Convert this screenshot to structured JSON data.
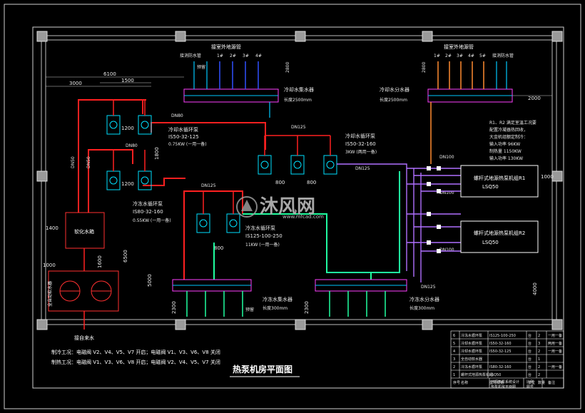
{
  "title": "热泵机房平面图",
  "header": {
    "drain_left": "接室外地源管",
    "drain_right": "接室外地源管",
    "left_taps": [
      "接消防水管",
      "1#",
      "2#",
      "3#",
      "4#"
    ],
    "right_taps": [
      "1#",
      "2#",
      "3#",
      "4#",
      "5#",
      "接消防水管"
    ]
  },
  "dims": {
    "d6100": "6100",
    "d3000": "3000",
    "d1500": "1500",
    "d1200a": "1200",
    "d1200b": "1200",
    "d1800": "1800",
    "d2800l": "2800",
    "d2800r": "2800",
    "d2000": "2000",
    "d800a": "800",
    "d800b": "800",
    "d800c": "800",
    "d1400": "1400",
    "d1600": "1600",
    "d1000a": "1000",
    "d6500": "6500",
    "d5000": "5000",
    "d2300l": "2300",
    "d2300r": "2300",
    "d4000": "4000",
    "d1000r": "1000"
  },
  "labels": {
    "collector_top_left": "冷却水集水器",
    "collector_top_left_spec": "长度2500mm",
    "collector_top_right": "冷却水分水器",
    "collector_top_right_spec": "长度2500mm",
    "pump_a": "冷却水循环泵",
    "pump_a_model": "IS50-32-125",
    "pump_a_power": "0.75KW (一用一备)",
    "pump_b": "冷却水循环泵",
    "pump_b_model": "IS50-32-160",
    "pump_b_power": "3KW (两用一备)",
    "pump_c": "冷冻水循环泵",
    "pump_c_model": "IS80-32-160",
    "pump_c_power": "0.55KW (一用一备)",
    "pump_d": "冷冻水循环泵",
    "pump_d_model": "IS125-100-250",
    "pump_d_power": "11KW (一用一备)",
    "note_r1": "R1、R2 满足室温工况要",
    "note_r2": "配置冷凝器热回收，",
    "note_r3": "大金机组额定制冷：",
    "note_r4": "输入功率 96KW",
    "note_r5": "制热量 1150KW",
    "note_r6": "输入功率 130KW",
    "unit1": "螺杆式地源热泵机组R1",
    "unit1_model": "LSQ50",
    "unit2": "螺杆式地源热泵机组R2",
    "unit2_model": "LSQ50",
    "tank": "软化水箱",
    "softener": "全自动软水器",
    "city_water": "接自来水",
    "collector_bottom_left": "冷冻水集水器",
    "collector_bottom_left_spec": "长度300mm",
    "collector_bottom_right": "冷冻水分水器",
    "collector_bottom_right_spec": "长度300mm",
    "stub_left": "预留",
    "stub_bottom": "预留",
    "pipe_dn80": "DN80",
    "pipe_dn125a": "DN125",
    "pipe_dn125b": "DN125",
    "pipe_dn125c": "DN125",
    "pipe_dn100a": "DN100",
    "pipe_dn100b": "DN100",
    "pipe_dn100c": "DN100",
    "pipe_dn50a": "DN50",
    "pipe_dn50b": "DN50",
    "pipe_dn80b": "DN80",
    "pipe_dn125d": "DN125"
  },
  "notes": {
    "cooling": "制冷工况：电磁阀 V2、V4、V5、V7 开启；电磁阀 V1、V3、V6、V8 关闭",
    "heating": "制热工况：电磁阀 V1、V3、V6、V8 开启；电磁阀 V2、V4、V5、V7 关闭"
  },
  "watermark": {
    "main": "沐风网",
    "url": "www.mfcad.com"
  },
  "table_rows": [
    [
      "6",
      "冷冻水循环泵",
      "IS125-100-250",
      "台",
      "2",
      "一用一备"
    ],
    [
      "5",
      "冷却水循环泵",
      "IS50-32-160",
      "台",
      "3",
      "两用一备"
    ],
    [
      "4",
      "冷却水循环泵",
      "IS50-32-125",
      "台",
      "2",
      "一用一备"
    ],
    [
      "3",
      "全自动软水器",
      "",
      "台",
      "1",
      ""
    ],
    [
      "2",
      "冷冻水循环泵",
      "IS80-32-160",
      "台",
      "2",
      "一用一备"
    ],
    [
      "1",
      "螺杆式地源热泵机组",
      "LSQ50",
      "台",
      "2",
      ""
    ]
  ],
  "table_head": [
    "序号",
    "名称",
    "型号规格",
    "单位",
    "数量",
    "备注"
  ],
  "title_block": {
    "project": "地源热泵系统设计",
    "drawing": "热泵机房平面图",
    "scale": "比例",
    "sheet": "图号"
  }
}
